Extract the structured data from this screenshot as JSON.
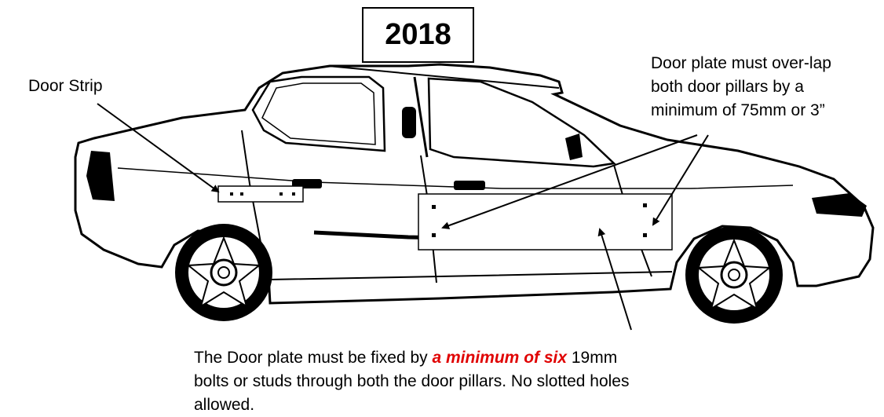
{
  "year": "2018",
  "labels": {
    "door_strip": "Door Strip",
    "overlap_lines": [
      "Door plate must over-lap",
      "both door pillars by a",
      "minimum of 75mm or 3”"
    ]
  },
  "note": {
    "line1_before": "The Door plate must be fixed by ",
    "line1_emphasis": "a minimum of six",
    "line1_after": " 19mm",
    "line2": "bolts or studs through both the door pillars. No slotted holes",
    "line3": "allowed."
  },
  "colors": {
    "emphasis": "#e00000",
    "outline": "#000000",
    "panel_shade": "#8a8a8a"
  }
}
